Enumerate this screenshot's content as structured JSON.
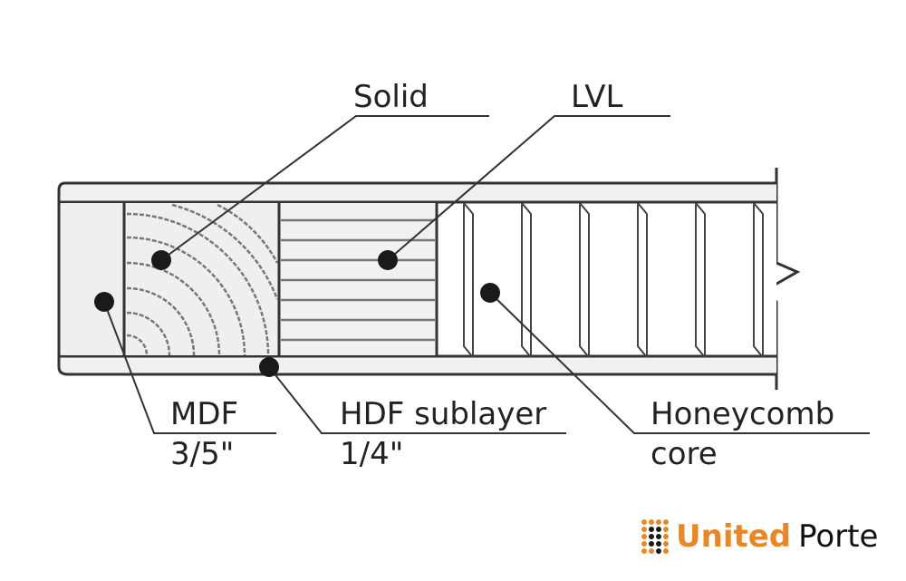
{
  "labels": {
    "solid": "Solid",
    "lvl": "LVL",
    "mdf": "MDF",
    "mdf_size": "3/5\"",
    "hdf": "HDF sublayer",
    "hdf_size": "1/4\"",
    "honeycomb": "Honeycomb",
    "honeycomb_2": "core"
  },
  "logo": {
    "word1": "United",
    "word2": "Porte",
    "accent": "#e8872a"
  }
}
